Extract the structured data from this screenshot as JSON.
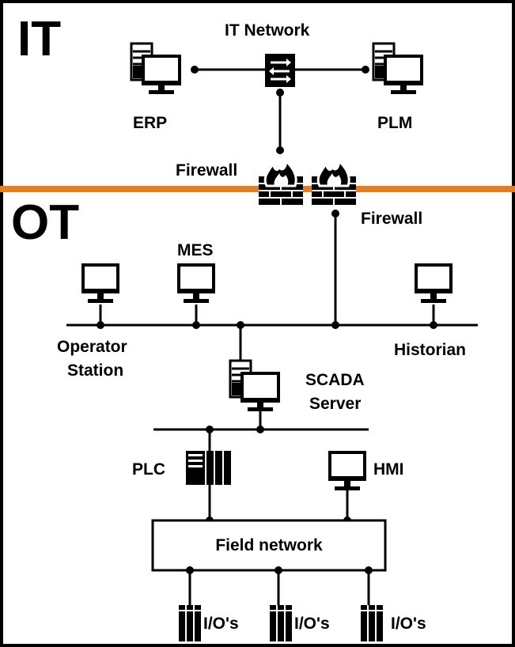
{
  "zones": {
    "it_label": "IT",
    "ot_label": "OT"
  },
  "labels": {
    "it_network": "IT Network",
    "erp": "ERP",
    "plm": "PLM",
    "firewall_it": "Firewall",
    "firewall_ot": "Firewall",
    "mes": "MES",
    "operator_line1": "Operator",
    "operator_line2": "Station",
    "historian": "Historian",
    "scada_line1": "SCADA",
    "scada_line2": "Server",
    "plc": "PLC",
    "hmi": "HMI",
    "field_network": "Field network",
    "io_1": "I/O's",
    "io_2": "I/O's",
    "io_3": "I/O's"
  },
  "colors": {
    "border": "#000000",
    "boundary": "#e87d1e",
    "fire": "#000000"
  },
  "icons": {
    "server_workstation": "server-with-monitor-icon",
    "switch": "network-switch-icon",
    "firewall": "firewall-icon",
    "workstation": "workstation-monitor-icon",
    "plc": "plc-rack-icon",
    "io": "io-module-icon"
  }
}
